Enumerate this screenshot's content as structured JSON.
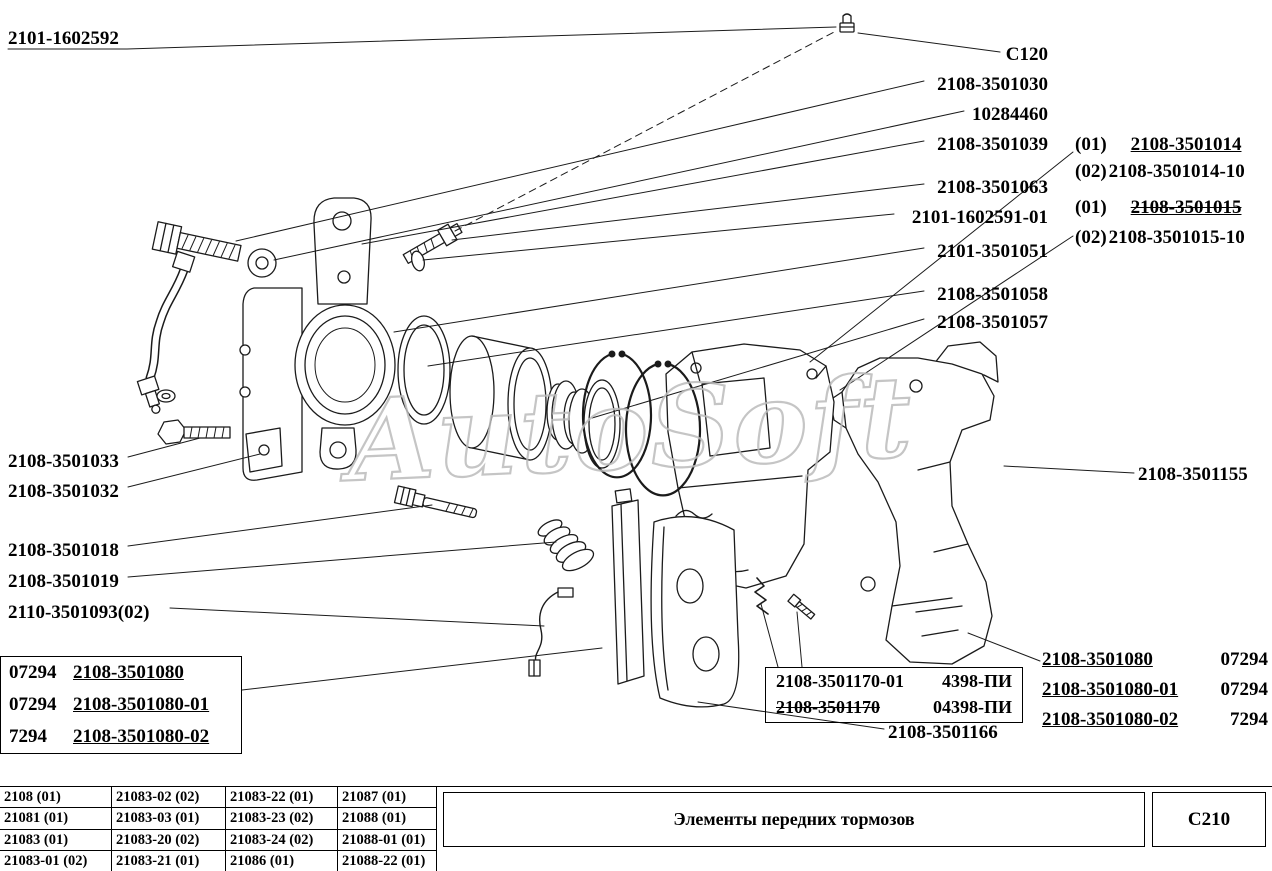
{
  "watermark": "AutoSoft",
  "callout_top_left": "2101-1602592",
  "right_column": [
    "C120",
    "2108-3501030",
    "10284460",
    "2108-3501039",
    "2108-3501063",
    "2101-1602591-01",
    "2101-3501051",
    "2108-3501058",
    "2108-3501057"
  ],
  "variants": [
    {
      "prefix": "(01)",
      "part": "2108-3501014"
    },
    {
      "prefix": "(02)",
      "part": "2108-3501014-10"
    },
    {
      "prefix": "(01)",
      "part": "2108-3501015"
    },
    {
      "prefix": "(02)",
      "part": "2108-3501015-10"
    }
  ],
  "bracket_label": "2108-3501155",
  "left_column": [
    "2108-3501033",
    "2108-3501032",
    "2108-3501018",
    "2108-3501019",
    "2110-3501093(02)"
  ],
  "pads_box_left": [
    {
      "code": "07294",
      "part": "2108-3501080"
    },
    {
      "code": "07294",
      "part": "2108-3501080-01"
    },
    {
      "code": "7294",
      "part": "2108-3501080-02"
    }
  ],
  "sensor_box": [
    {
      "part": "2108-3501170-01",
      "code": "4398-ПИ"
    },
    {
      "part": "2108-3501170",
      "code": "04398-ПИ"
    }
  ],
  "shim_label": "2108-3501166",
  "pads_list_right": [
    {
      "part": "2108-3501080",
      "code": "07294"
    },
    {
      "part": "2108-3501080-01",
      "code": "07294"
    },
    {
      "part": "2108-3501080-02",
      "code": "7294"
    }
  ],
  "footer": {
    "models": [
      [
        "2108 (01)",
        "21083-02 (02)",
        "21083-22 (01)",
        "21087 (01)"
      ],
      [
        "21081 (01)",
        "21083-03 (01)",
        "21083-23 (02)",
        "21088 (01)"
      ],
      [
        "21083 (01)",
        "21083-20 (02)",
        "21083-24 (02)",
        "21088-01 (01)"
      ],
      [
        "21083-01 (02)",
        "21083-21 (01)",
        "21086 (01)",
        "21088-22 (01)"
      ]
    ],
    "title": "Элементы передних тормозов",
    "sheet_code": "C210"
  }
}
